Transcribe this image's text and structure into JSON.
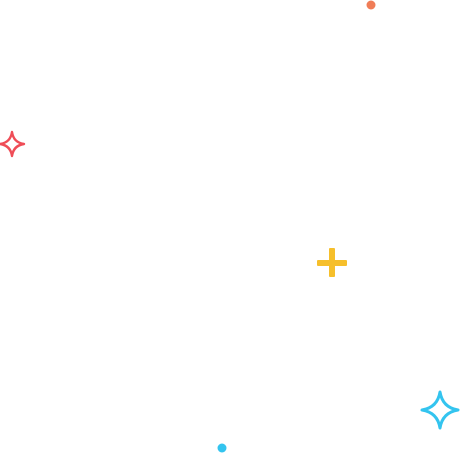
{
  "colors": {
    "background": "#ffffff",
    "orange": "#f07d57",
    "red": "#ef4d57",
    "yellow": "#f6bf2b",
    "cyan": "#33c4ef"
  },
  "shapes": [
    {
      "name": "orange-dot-icon",
      "kind": "dot",
      "color": "#f07d57"
    },
    {
      "name": "red-sparkle-icon",
      "kind": "sparkle-outline",
      "color": "#ef4d57"
    },
    {
      "name": "yellow-plus-icon",
      "kind": "plus",
      "color": "#f6bf2b"
    },
    {
      "name": "cyan-sparkle-icon",
      "kind": "sparkle-outline",
      "color": "#33c4ef"
    },
    {
      "name": "cyan-dot-icon",
      "kind": "dot",
      "color": "#33c4ef"
    }
  ]
}
